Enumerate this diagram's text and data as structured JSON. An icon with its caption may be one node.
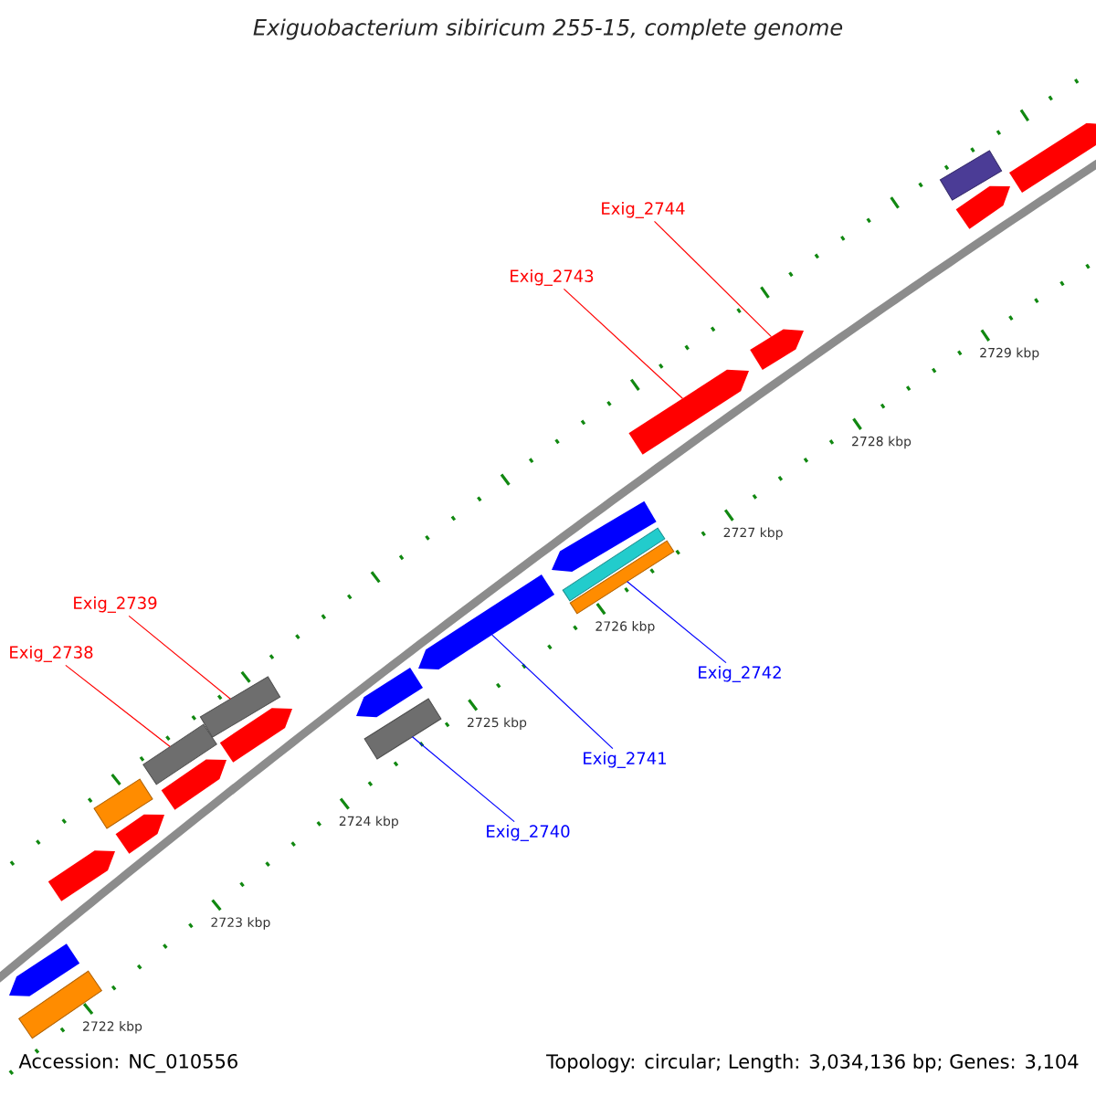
{
  "diagram": {
    "title": "Exiguobacterium sibiricum 255-15, complete genome",
    "nodes": [
      {
        "text": [
          "Exig_2744"
        ]
      },
      {
        "text": [
          "Exig_2743"
        ]
      },
      {
        "text": [
          "Exig_2739"
        ]
      },
      {
        "text": [
          "Exig_2738"
        ]
      },
      {
        "text": [
          "Exig_2742"
        ]
      },
      {
        "text": [
          "Exig_2741"
        ]
      },
      {
        "text": [
          "Exig_2740"
        ]
      },
      {
        "text": [],
        "shape": "arrow"
      },
      {
        "text": [],
        "shape": "box"
      },
      {
        "text": [],
        "shape": "arrow"
      },
      {
        "text": [],
        "shape": "box"
      },
      {
        "text": [],
        "shape": "arrow"
      },
      {
        "text": [],
        "shape": "box"
      },
      {
        "text": [],
        "shape": "arrow"
      },
      {
        "text": [],
        "shape": "box"
      },
      {
        "text": [],
        "shape": "arrow"
      },
      {
        "text": [],
        "shape": "arrow"
      },
      {
        "text": [],
        "shape": "box"
      },
      {
        "text": [],
        "shape": "arrow"
      },
      {
        "text": [],
        "shape": "arrow"
      },
      {
        "text": [],
        "shape": "box"
      },
      {
        "text": [],
        "shape": "box"
      },
      {
        "text": [],
        "shape": "arrow"
      },
      {
        "text": [],
        "shape": "arrow"
      },
      {
        "text": [],
        "shape": "box"
      },
      {
        "text": [],
        "shape": "arrow"
      },
      {
        "text": [],
        "shape": "arrow"
      }
    ],
    "edges": [
      {
        "from": 0,
        "to": 23,
        "arrow": "none"
      },
      {
        "from": 1,
        "to": 22,
        "arrow": "none"
      },
      {
        "from": 2,
        "to": 14,
        "arrow": "none"
      },
      {
        "from": 3,
        "to": 12,
        "arrow": "none"
      },
      {
        "from": 4,
        "to": 21,
        "arrow": "none",
        "color": "#0000ff"
      },
      {
        "from": 5,
        "to": 18,
        "arrow": "none",
        "color": "#0000ff"
      },
      {
        "from": 6,
        "to": 17,
        "arrow": "none",
        "color": "#0000ff"
      }
    ],
    "labels": [
      "2729 kbp",
      "2728 kbp",
      "2727 kbp",
      "2726 kbp",
      "2725 kbp",
      "2724 kbp",
      "2723 kbp",
      "2722 kbp",
      "Accession: NC_010556",
      "Topology: circular; Length: 3,034,136 bp; Genes: 3,104"
    ]
  }
}
